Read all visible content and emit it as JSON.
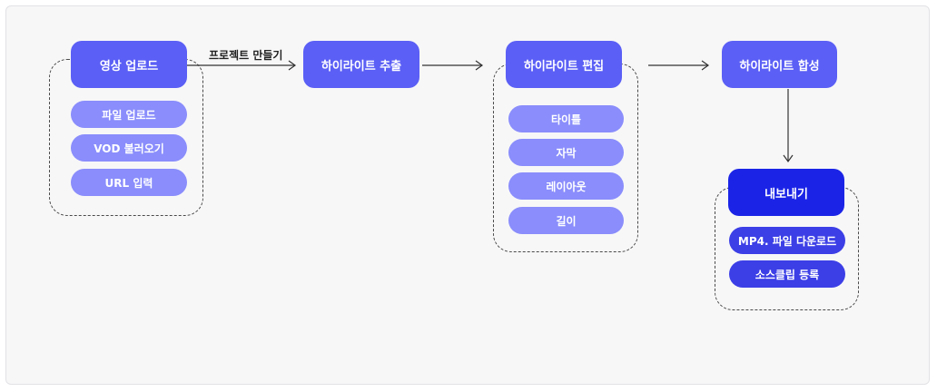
{
  "edge_label": "프로젝트 만들기",
  "upload": {
    "title": "영상 업로드",
    "items": [
      "파일 업로드",
      "VOD 불러오기",
      "URL 입력"
    ]
  },
  "extract": {
    "title": "하이라이트 추출"
  },
  "edit": {
    "title": "하이라이트 편집",
    "items": [
      "타이틀",
      "자막",
      "레이아웃",
      "길이"
    ]
  },
  "compose": {
    "title": "하이라이트 합성"
  },
  "export": {
    "title": "내보내기",
    "items": [
      "MP4. 파일 다운로드",
      "소스클립 등록"
    ]
  }
}
